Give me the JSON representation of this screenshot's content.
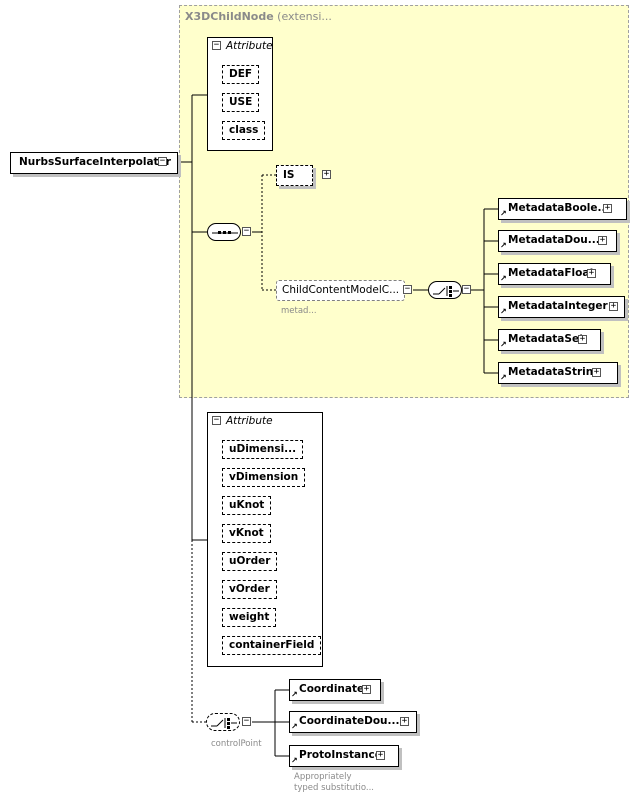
{
  "extension": {
    "title_bold": "X3DChildNode",
    "title_rest": " (extensi..."
  },
  "root": {
    "label": "NurbsSurfaceInterpolator"
  },
  "attribute_group_1": {
    "header": "Attribute",
    "items": [
      "DEF",
      "USE",
      "class"
    ]
  },
  "sequence": {
    "is_label": "IS",
    "child_content_label": "ChildContentModelC...",
    "child_content_note": "metad...",
    "metadata_items": [
      "MetadataBoole...",
      "MetadataDou...",
      "MetadataFloat",
      "MetadataInteger",
      "MetadataSet",
      "MetadataString"
    ]
  },
  "attribute_group_2": {
    "header": "Attribute",
    "items": [
      "uDimensi...",
      "vDimension",
      "uKnot",
      "vKnot",
      "uOrder",
      "vOrder",
      "weight",
      "containerField"
    ]
  },
  "control_point": {
    "label": "controlPoint",
    "items": [
      "Coordinate",
      "CoordinateDou...",
      "ProtoInstance"
    ],
    "proto_note_line1": "Appropriately",
    "proto_note_line2": "typed substitutio..."
  },
  "icons": {
    "expand": "plus-box-icon",
    "collapse": "minus-box-icon",
    "sequence": "sequence-compositor-icon",
    "choice": "choice-compositor-icon",
    "reference": "reference-arrow-icon"
  },
  "colors": {
    "extension_bg": "#ffffcc",
    "extension_border": "#a0a0a0",
    "note_gray": "#8a8a8a"
  }
}
